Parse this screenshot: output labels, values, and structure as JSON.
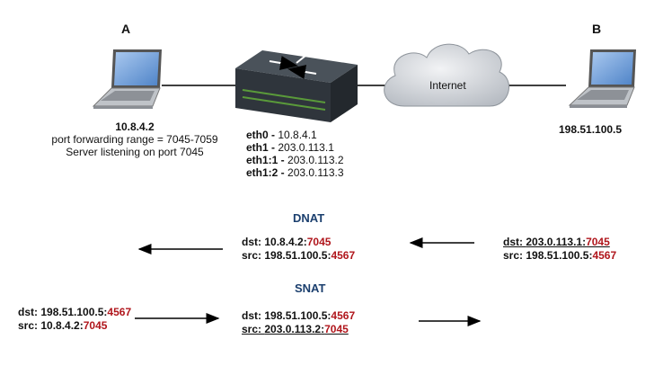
{
  "nodes": {
    "a": {
      "letter": "A",
      "ip": "10.8.4.2",
      "line1": "port forwarding range = 7045-7059",
      "line2": "Server listening on port 7045"
    },
    "b": {
      "letter": "B",
      "ip": "198.51.100.5"
    },
    "cloud_label": "Internet"
  },
  "router": {
    "interfaces": [
      {
        "name": "eth0",
        "sep": " - ",
        "ip": "10.8.4.1"
      },
      {
        "name": "eth1",
        "sep": " - ",
        "ip": "203.0.113.1"
      },
      {
        "name": "eth1:1",
        "sep": " - ",
        "ip": "203.0.113.2"
      },
      {
        "name": "eth1:2",
        "sep": " - ",
        "ip": "203.0.113.3"
      }
    ]
  },
  "dnat": {
    "title": "DNAT",
    "incoming": {
      "dst_label": "dst: ",
      "dst_ip": "203.0.113.1",
      "dst_colon": ":",
      "dst_port": "7045",
      "src_label": "src: ",
      "src_ip": "198.51.100.5",
      "src_colon": ":",
      "src_port": "4567"
    },
    "translated": {
      "dst_label": "dst: ",
      "dst_ip": "10.8.4.2",
      "dst_colon": ":",
      "dst_port": "7045",
      "src_label": "src: ",
      "src_ip": "198.51.100.5",
      "src_colon": ":",
      "src_port": "4567"
    }
  },
  "snat": {
    "title": "SNAT",
    "original": {
      "dst_label": "dst: ",
      "dst_ip": "198.51.100.5",
      "dst_colon": ":",
      "dst_port": "4567",
      "src_label": "src: ",
      "src_ip": "10.8.4.2",
      "src_colon": ":",
      "src_port": "7045"
    },
    "translated": {
      "dst_label": "dst: ",
      "dst_ip": "198.51.100.5",
      "dst_colon": ":",
      "dst_port": "4567",
      "src_label": "src: ",
      "src_ip": "203.0.113.2",
      "src_colon": ":",
      "src_port": "7045"
    }
  },
  "colors": {
    "port": "#b0161c",
    "title": "#1b3f6e",
    "switch_body": "#2f353c",
    "switch_port": "#5a9a3a",
    "cloud": "#d9dde2",
    "screen": "#6f9fd8"
  }
}
